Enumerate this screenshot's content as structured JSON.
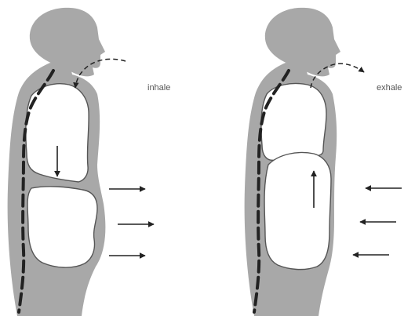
{
  "labels": {
    "inhale": "inhale",
    "exhale": "exhale"
  },
  "colors": {
    "body_fill": "#a8a8a8",
    "cavity_fill": "#ffffff",
    "outline": "#555555",
    "spine_dash": "#222222",
    "arrow": "#222222",
    "background": "#ffffff"
  },
  "figures": [
    {
      "name": "inhale",
      "breath_direction": "in",
      "diaphragm": "down",
      "abdomen_arrows": "outward"
    },
    {
      "name": "exhale",
      "breath_direction": "out",
      "diaphragm": "up",
      "abdomen_arrows": "inward"
    }
  ]
}
